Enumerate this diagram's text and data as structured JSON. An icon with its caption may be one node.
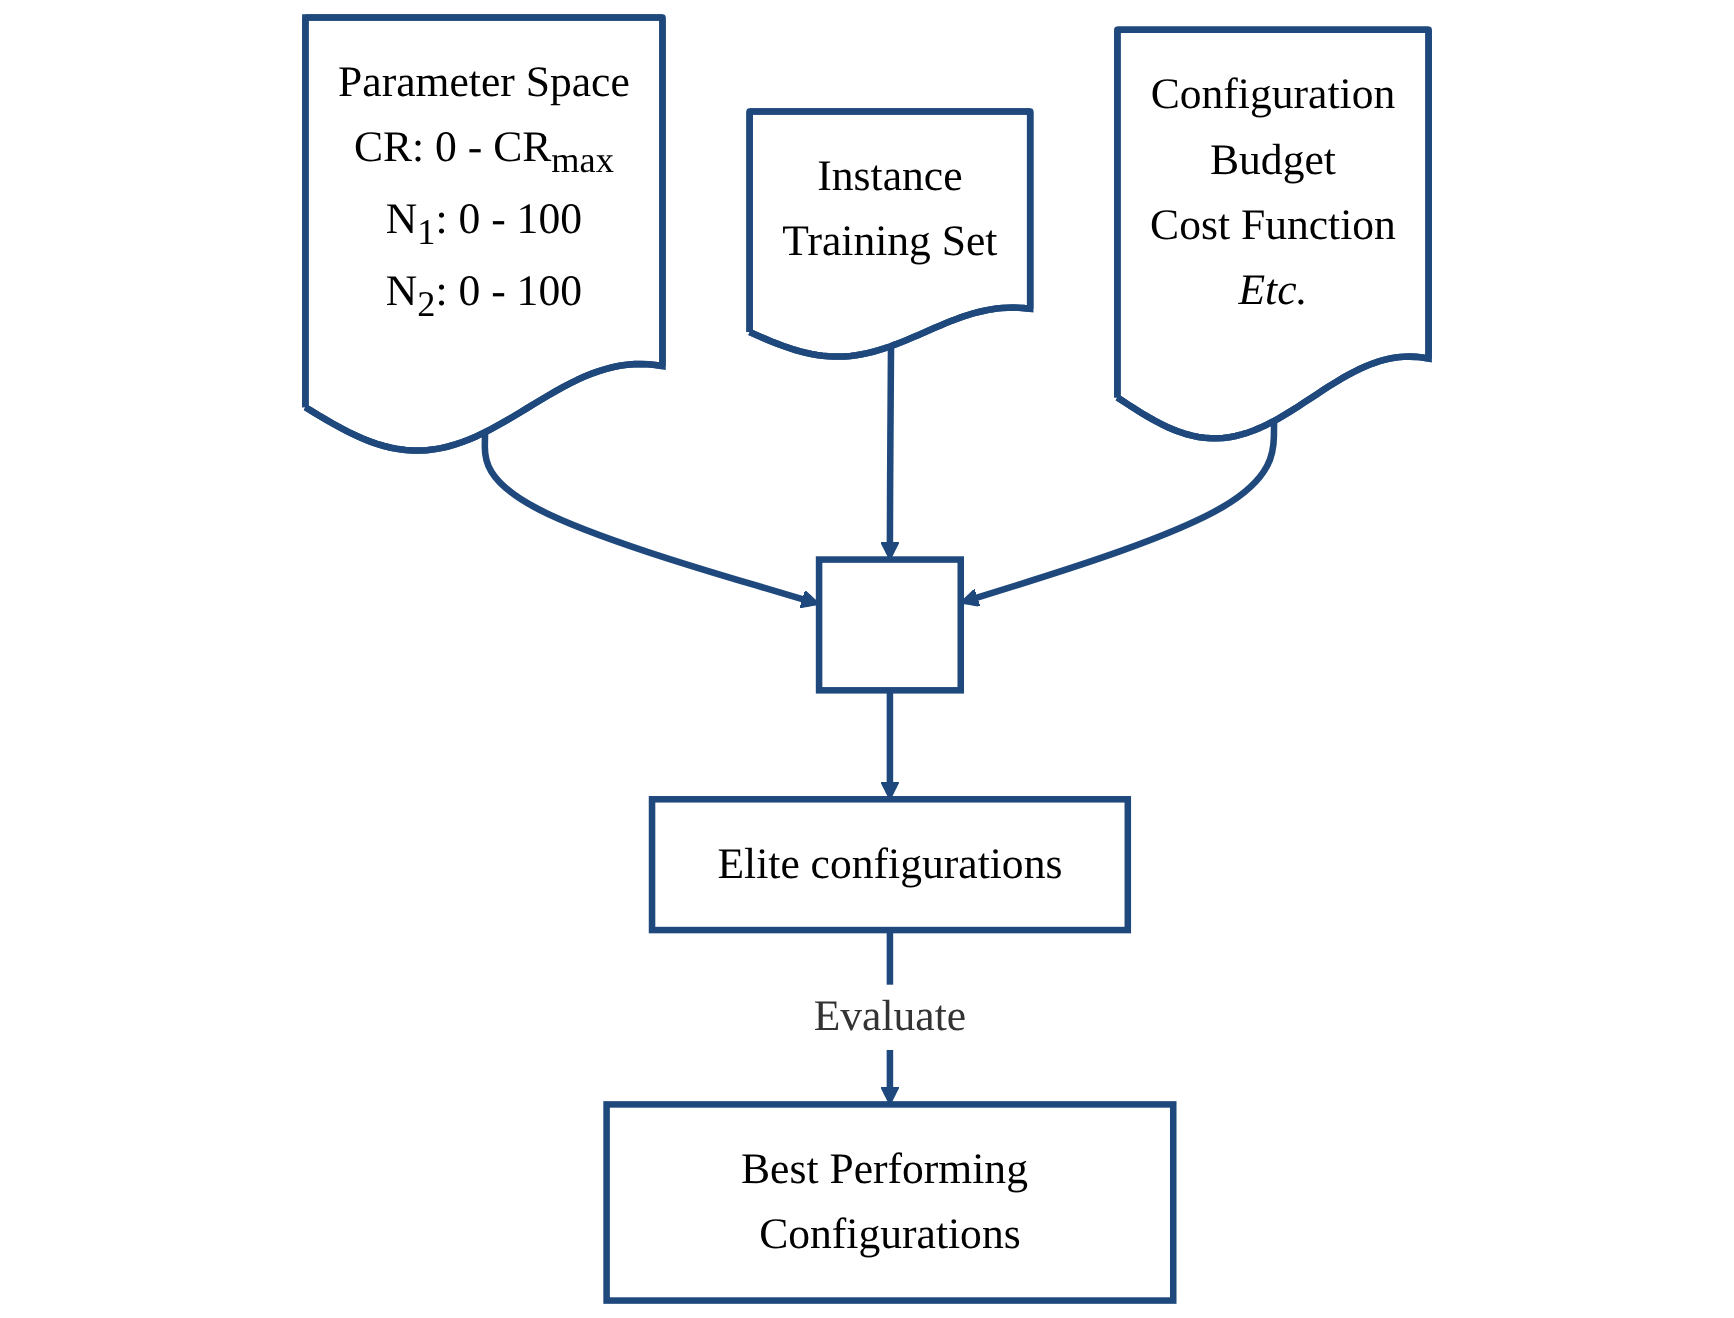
{
  "diagram": {
    "nodes": [
      {
        "text": [
          "Parameter Space",
          "CR: 0 - CR$_{max}$",
          "N$_{1}$: 0 - 100",
          "N$_{2}$: 0 - 100"
        ]
      },
      {
        "text": [
          "Instance",
          "Training Set"
        ]
      },
      {
        "text": [
          "Configuration",
          "Budget",
          "Cost Function",
          "Etc."
        ]
      },
      {
        "text": [],
        "shape": "box"
      },
      {
        "text": [
          "Elite configurations"
        ]
      },
      {
        "text": [
          "Best Performing Configurations"
        ]
      }
    ],
    "edges": [
      {
        "from": 0,
        "to": 3,
        "arrow": "to"
      },
      {
        "from": 1,
        "to": 3,
        "arrow": "to"
      },
      {
        "from": 2,
        "to": 3,
        "arrow": "to"
      },
      {
        "from": 3,
        "to": 4,
        "arrow": "to"
      },
      {
        "from": 4,
        "to": 5,
        "arrow": "to",
        "label": "Evaluate"
      }
    ]
  }
}
